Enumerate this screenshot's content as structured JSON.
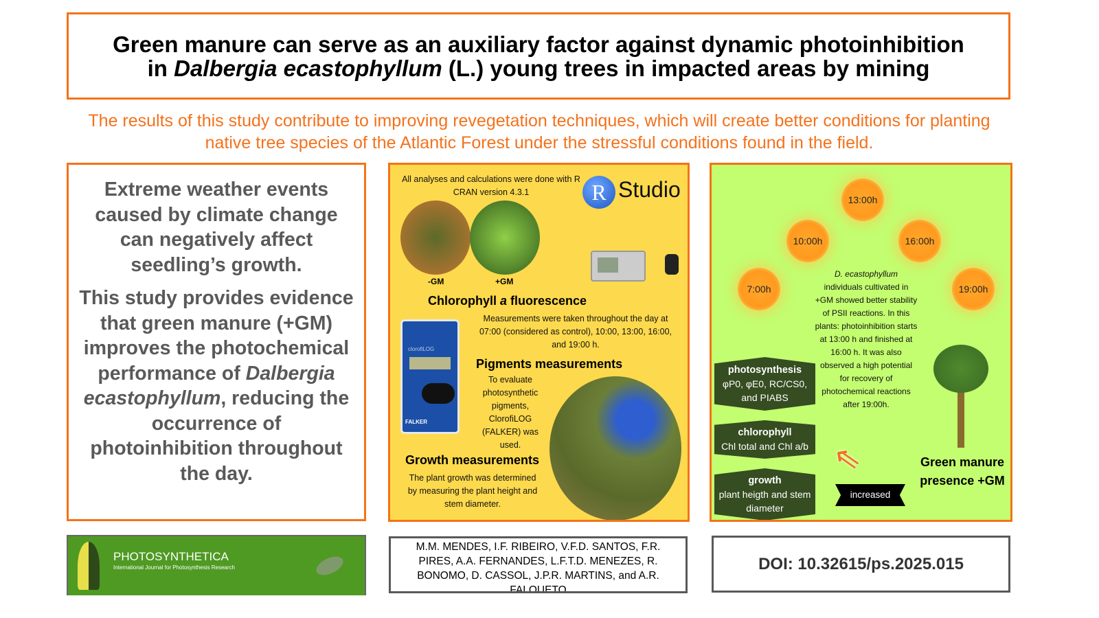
{
  "title": {
    "line1": "Green manure can serve as an auxiliary factor against dynamic photoinhibition",
    "line2_pre": "in ",
    "line2_italic": "Dalbergia ecastophyllum",
    "line2_post": " (L.) young trees in impacted areas by mining"
  },
  "subtitle": "The results of this study contribute to improving revegetation techniques, which will create better conditions for planting native tree species of the Atlantic Forest under the stressful conditions found in the field.",
  "left": {
    "p1": "Extreme weather events caused by climate change can negatively affect seedling’s growth.",
    "p2_a": "This study provides evidence that green manure (+GM) improves the photochemical performance of ",
    "p2_italic": "Dalbergia ecastophyllum",
    "p2_b": ", reducing the occurrence of photoinhibition throughout the day."
  },
  "middle": {
    "software_note": "All analyses and calculations were done with R CRAN version 4.3.1",
    "rstudio_R": "R",
    "rstudio_label": "Studio",
    "photo_minus": "-GM",
    "photo_plus": "+GM",
    "chl_heading_a": "Chlorophyll ",
    "chl_heading_i": "a",
    "chl_heading_b": " fluorescence",
    "chl_text": "Measurements were taken throughout the day at 07:00 (considered as control), 10:00, 13:00, 16:00, and 19:00 h.",
    "device_brand": "FALKER",
    "device_name": "clorofiLOG",
    "pig_heading": "Pigments measurements",
    "pig_text": "To evaluate photosynthetic pigments, ClorofiLOG (FALKER) was used.",
    "growth_heading": "Growth measurements",
    "growth_text": "The plant growth was determined by measuring the plant height and stem diameter."
  },
  "right": {
    "suns": [
      "7:00h",
      "10:00h",
      "13:00h",
      "16:00h",
      "19:00h"
    ],
    "result_italic": "D. ecastophyllum",
    "result_text": "individuals cultivated in +GM showed better stability of PSII reactions. In this plants: photoinhibition starts at 13:00 h and finished at 16:00 h. It was also observed a high potential for recovery of photochemical reactions after 19:00h.",
    "hex": [
      {
        "title": "photosynthesis",
        "text": "φP0, φE0, RC/CS0, and PIABS"
      },
      {
        "title": "chlorophyll",
        "text": "Chl total and Chl a/b"
      },
      {
        "title": "growth",
        "text": "plant heigth and stem diameter"
      }
    ],
    "increased": "increased",
    "gm_label": "Green manure presence +GM"
  },
  "journal": {
    "name": "PHOTOSYNTHETICA",
    "tagline": "International Journal for Photosynthesis Research"
  },
  "authors": "M.M. MENDES, I.F. RIBEIRO, V.F.D. SANTOS, F.R. PIRES, A.A. FERNANDES, L.F.T.D. MENEZES, R. BONOMO, D. CASSOL, J.P.R. MARTINS, and A.R. FALQUETO",
  "doi": "DOI: 10.32615/ps.2025.015",
  "colors": {
    "accent": "#f47318",
    "yellow": "#fdd94d",
    "green": "#c3fd70",
    "dark_green": "#354d21"
  }
}
